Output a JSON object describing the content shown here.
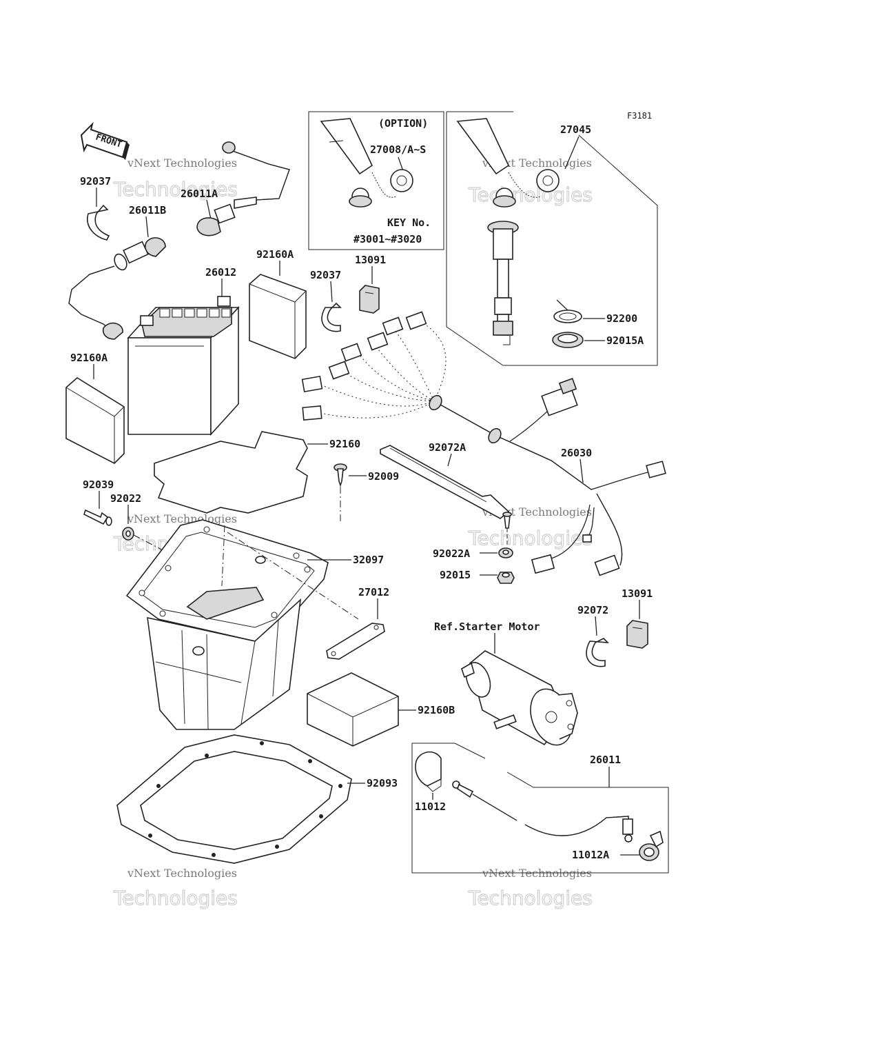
{
  "figure_id": "F3181",
  "front_label": "FRONT",
  "watermark": {
    "line1": "vNext Technologies",
    "line2": "Technologies"
  },
  "option_box": {
    "title": "(OPTION)",
    "part": "27008/A~S",
    "key_label": "KEY No.",
    "key_range": "#3001~#3020"
  },
  "parts": {
    "p27045": "27045",
    "p92200": "92200",
    "p92015A": "92015A",
    "p92037a": "92037",
    "p26011A": "26011A",
    "p26011B": "26011B",
    "p26012": "26012",
    "p92160Aa": "92160A",
    "p92160Ab": "92160A",
    "p92037b": "92037",
    "p13091a": "13091",
    "p92160": "92160",
    "p92072A": "92072A",
    "p26030": "26030",
    "p92009": "92009",
    "p92039": "92039",
    "p92022": "92022",
    "p32097": "32097",
    "p92022A": "92022A",
    "p92015": "92015",
    "p27012": "27012",
    "p13091b": "13091",
    "p92072": "92072",
    "starter_ref": "Ref.Starter Motor",
    "p92160B": "92160B",
    "p92093": "92093",
    "p26011": "26011",
    "p11012": "11012",
    "p11012A": "11012A"
  }
}
